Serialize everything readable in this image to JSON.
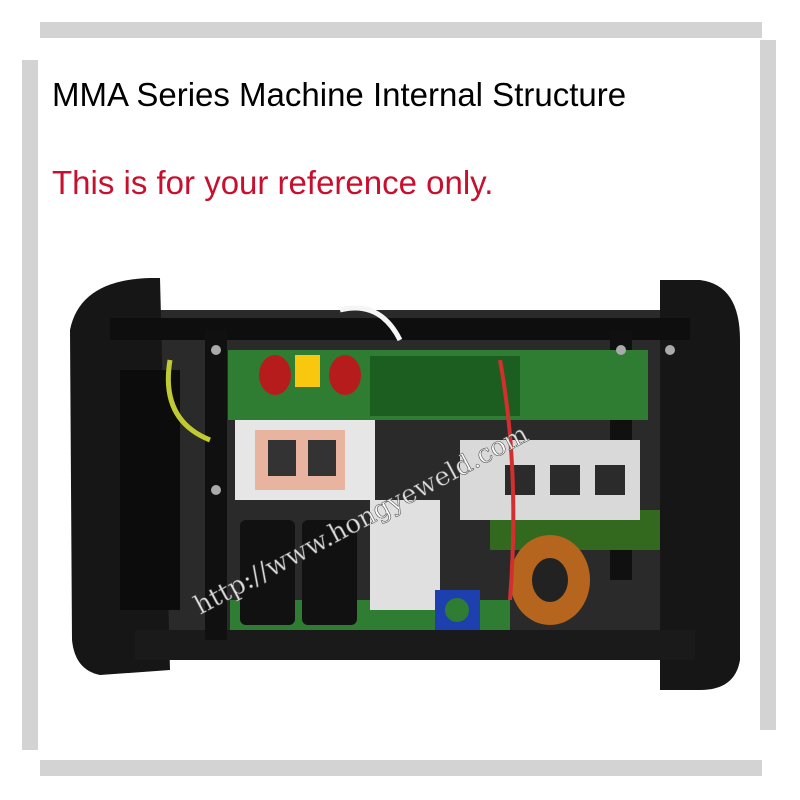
{
  "heading": "MMA Series Machine Internal Structure",
  "subheading": "This is for your reference only.",
  "watermark": "http://www.hongyeweld.com",
  "colors": {
    "heading": "#000000",
    "subheading": "#c8102e",
    "frame": "#d3d3d3",
    "chassis": "#1a1a1a",
    "pcb_green": "#2e7d32",
    "heatsink": "#d9d9d9",
    "capacitor": "#111111",
    "copper": "#b5651d"
  }
}
